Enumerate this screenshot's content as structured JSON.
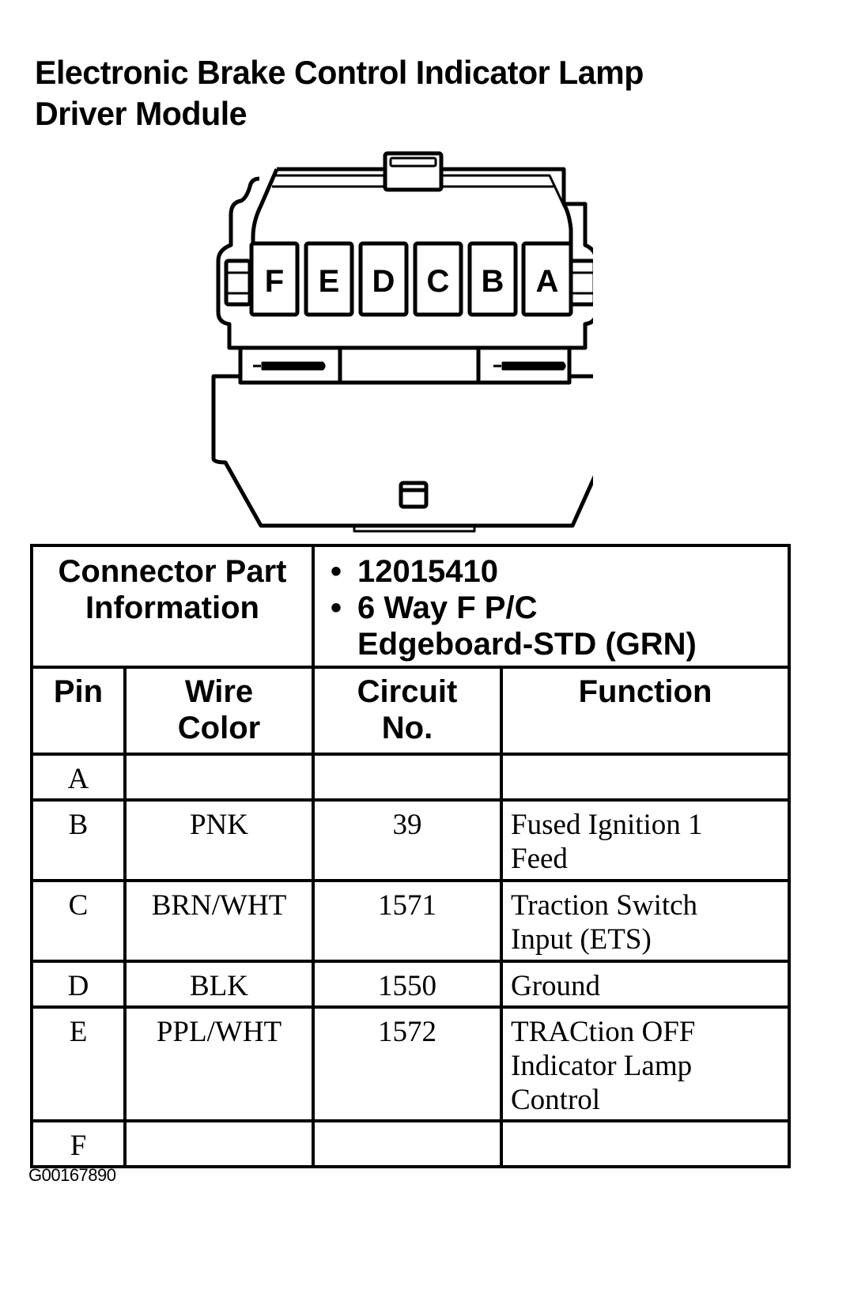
{
  "title": {
    "line1": "Electronic Brake Control Indicator Lamp",
    "line2": "Driver Module"
  },
  "connector_diagram": {
    "pin_labels": [
      "F",
      "E",
      "D",
      "C",
      "B",
      "A"
    ]
  },
  "connector_info": {
    "label_line1": "Connector Part",
    "label_line2": "Information",
    "bullet": "•",
    "part_number": "12015410",
    "description_line1": "6 Way F P/C",
    "description_line2": "Edgeboard-STD (GRN)"
  },
  "table": {
    "headers": {
      "pin": "Pin",
      "wire_color_line1": "Wire",
      "wire_color_line2": "Color",
      "circuit_line1": "Circuit",
      "circuit_line2": "No.",
      "function": "Function"
    },
    "rows": [
      {
        "pin": "A",
        "wire_color": "",
        "circuit": "",
        "function": []
      },
      {
        "pin": "B",
        "wire_color": "PNK",
        "circuit": "39",
        "function": [
          "Fused Ignition 1",
          "Feed"
        ]
      },
      {
        "pin": "C",
        "wire_color": "BRN/WHT",
        "circuit": "1571",
        "function": [
          "Traction Switch",
          "Input (ETS)"
        ]
      },
      {
        "pin": "D",
        "wire_color": "BLK",
        "circuit": "1550",
        "function": [
          "Ground"
        ]
      },
      {
        "pin": "E",
        "wire_color": "PPL/WHT",
        "circuit": "1572",
        "function": [
          "TRACtion OFF",
          "Indicator Lamp",
          "Control"
        ]
      },
      {
        "pin": "F",
        "wire_color": "",
        "circuit": "",
        "function": []
      }
    ]
  },
  "figure_id": "G00167890"
}
